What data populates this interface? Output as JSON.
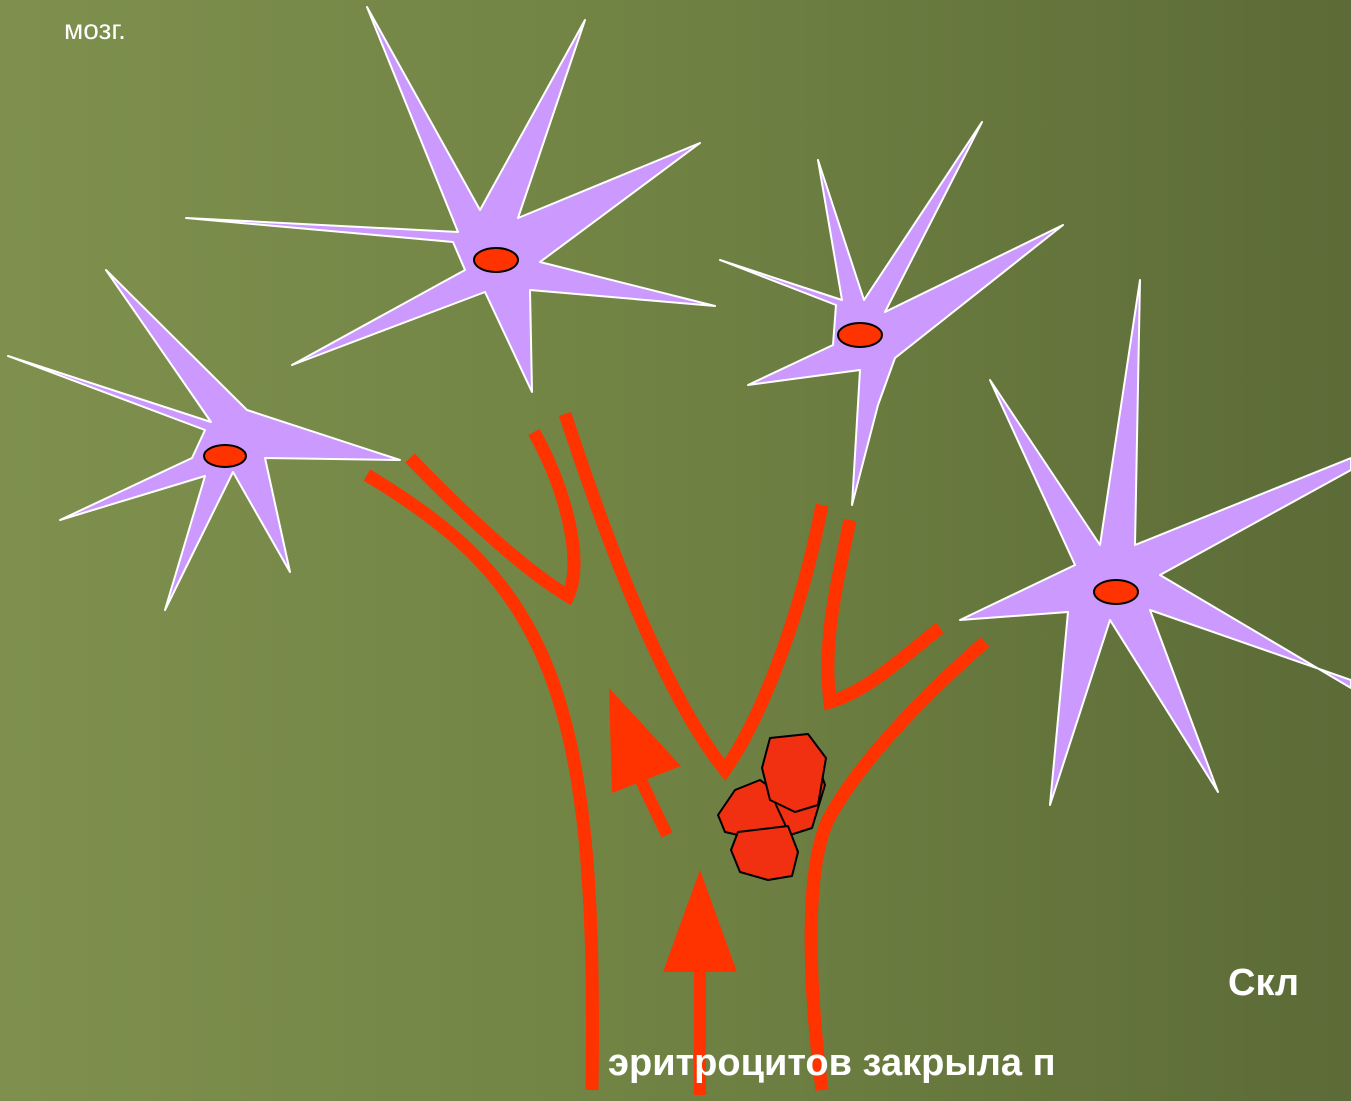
{
  "text": {
    "top": "мозг.",
    "caption_line1": "Скл",
    "caption_line2": "эритроцитов закрыла п"
  },
  "colors": {
    "neuron_body": "#cc99ff",
    "neuron_outline": "#ffffff",
    "vessel": "#ff3300",
    "nucleus": "#ff3300",
    "erythrocyte": "#f03010"
  }
}
